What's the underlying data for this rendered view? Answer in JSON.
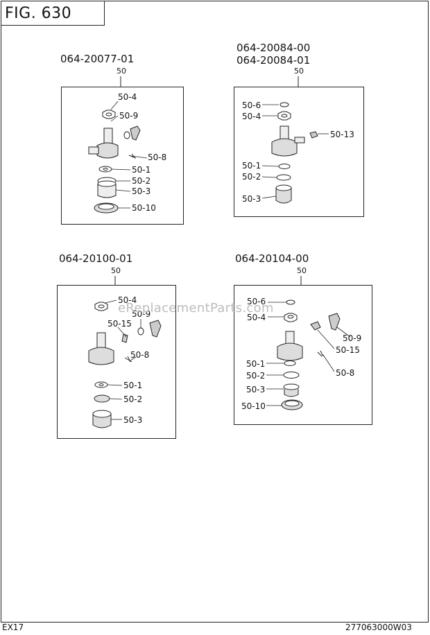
{
  "figure": {
    "title": "FIG. 630"
  },
  "watermark": "eReplacementParts.com",
  "footer": {
    "left": "EX17",
    "right": "277063000W03"
  },
  "assemblies": [
    {
      "part_numbers": [
        "064-20077-01"
      ],
      "ref": "50",
      "callouts": [
        "50-4",
        "50-9",
        "50-8",
        "50-1",
        "50-2",
        "50-3",
        "50-10"
      ]
    },
    {
      "part_numbers": [
        "064-20084-00",
        "064-20084-01"
      ],
      "ref": "50",
      "callouts": [
        "50-6",
        "50-4",
        "50-13",
        "50-1",
        "50-2",
        "50-3"
      ]
    },
    {
      "part_numbers": [
        "064-20100-01"
      ],
      "ref": "50",
      "callouts": [
        "50-4",
        "50-9",
        "50-15",
        "50-8",
        "50-1",
        "50-2",
        "50-3"
      ]
    },
    {
      "part_numbers": [
        "064-20104-00"
      ],
      "ref": "50",
      "callouts": [
        "50-6",
        "50-4",
        "50-9",
        "50-15",
        "50-8",
        "50-1",
        "50-2",
        "50-3",
        "50-10"
      ]
    }
  ]
}
